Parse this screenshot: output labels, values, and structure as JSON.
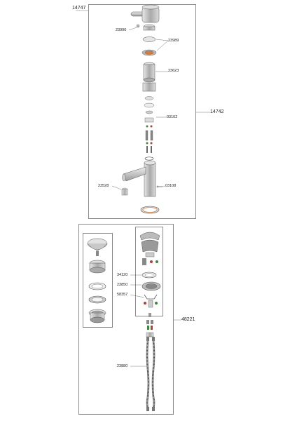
{
  "assembly_numbers": {
    "top_left": "14747",
    "faucet_body": "14742",
    "drain_set": "48221"
  },
  "part_labels": {
    "p23990": "23990",
    "p23989": "23989",
    "p23623": "23623",
    "p03102": "03102",
    "p23528": "23528",
    "p03108": "03108",
    "p34120": "34120",
    "p23850": "23850",
    "p58357": "58357",
    "p23880": "23880"
  },
  "colors": {
    "frame": "#8a8a8a",
    "line": "#555555",
    "part_fill": "#cfcfcf",
    "part_dark": "#7a7a7a",
    "accent_red": "#c0392b",
    "accent_green": "#3a8a3a"
  }
}
